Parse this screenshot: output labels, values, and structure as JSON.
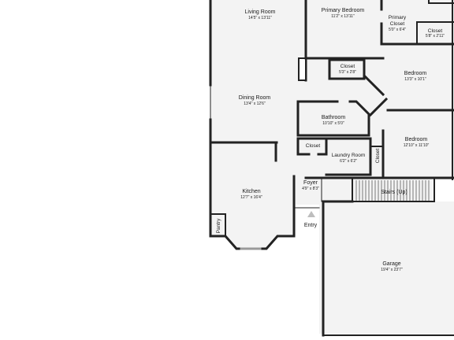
{
  "rooms": {
    "living_room": {
      "name": "Living Room",
      "dims": "14'5\" x 13'11\""
    },
    "primary_bedroom": {
      "name": "Primary Bedroom",
      "dims": "11'2\" x 13'11\""
    },
    "primary_closet": {
      "name_line1": "Primary",
      "name_line2": "Closet",
      "dims": "5'0\" x 6'4\""
    },
    "closet_top_right": {
      "name": "Closet",
      "dims": "5'8\" x 2'11\""
    },
    "closet_hall": {
      "name": "Closet",
      "dims": "5'3\" x 2'8\""
    },
    "bedroom_upper": {
      "name": "Bedroom",
      "dims": "13'3\" x 10'1\""
    },
    "dining_room": {
      "name": "Dining Room",
      "dims": "13'4\" x 12'6\""
    },
    "bathroom": {
      "name": "Bathroom",
      "dims": "10'10\" x 5'0\""
    },
    "bedroom_lower": {
      "name": "Bedroom",
      "dims": "12'10\" x 11'10\""
    },
    "closet_small": {
      "name": "Closet"
    },
    "laundry_room": {
      "name": "Laundry Room",
      "dims": "6'2\" x 6'2\""
    },
    "closet_vertical": {
      "name": "Closet"
    },
    "foyer": {
      "name": "Foyer",
      "dims": "4'9\" x 8'3\""
    },
    "kitchen": {
      "name": "Kitchen",
      "dims": "12'7\" x 16'4\""
    },
    "stairs": {
      "name": "Stairs (Up)"
    },
    "pantry": {
      "name": "Pantry"
    },
    "entry": {
      "name": "Entry"
    },
    "garage": {
      "name": "Garage",
      "dims": "19'4\" x 23'7\""
    }
  },
  "colors": {
    "wall": "#222222",
    "floor": "#f3f3f3",
    "background": "#ffffff",
    "entry_marker": "#bdbdbd"
  }
}
